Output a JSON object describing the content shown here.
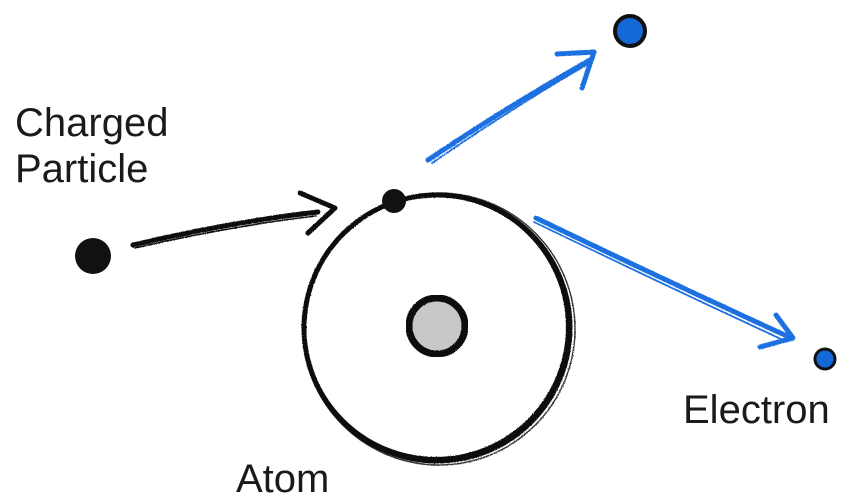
{
  "labels": {
    "charged_particle_line1": "Charged",
    "charged_particle_line2": "Particle",
    "atom": "Atom",
    "electron": "Electron"
  },
  "colors": {
    "ink": "#111111",
    "arrow_blue": "#1f6fe0",
    "electron_blue": "#1469d6",
    "nucleus_fill": "#c8c8c8",
    "background": "#ffffff"
  }
}
